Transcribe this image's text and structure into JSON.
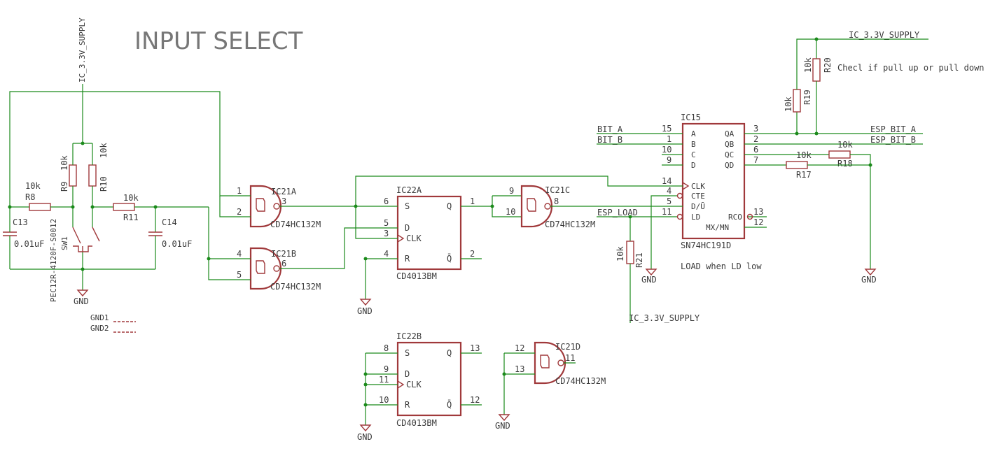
{
  "title": "INPUT SELECT",
  "nets": {
    "supply": "IC_3.3V_SUPPLY",
    "gnd": "GND",
    "bit_a": "BIT_A",
    "bit_b": "BIT_B",
    "esp_bit_a": "ESP_BIT_A",
    "esp_bit_b": "ESP_BIT_B",
    "esp_load": "ESP_LOAD",
    "gnd1": "GND1",
    "gnd2": "GND2"
  },
  "resistors": {
    "r8": {
      "name": "R8",
      "value": "10k"
    },
    "r9": {
      "name": "R9",
      "value": "10k"
    },
    "r10": {
      "name": "R10",
      "value": "10k"
    },
    "r11": {
      "name": "R11",
      "value": "10k"
    },
    "r17": {
      "name": "R17",
      "value": "10k"
    },
    "r18": {
      "name": "R18",
      "value": "10k"
    },
    "r19": {
      "name": "R19",
      "value": "10k"
    },
    "r20": {
      "name": "R20",
      "value": "10k"
    },
    "r21": {
      "name": "R21",
      "value": "10k"
    }
  },
  "capacitors": {
    "c13": {
      "name": "C13",
      "value": "0.01uF"
    },
    "c14": {
      "name": "C14",
      "value": "0.01uF"
    }
  },
  "switch": {
    "name": "SW1",
    "part": "PEC12R-4120F-S0012"
  },
  "ic21": {
    "part": "CD74HC132M",
    "a": "IC21A",
    "b": "IC21B",
    "c": "IC21C",
    "d": "IC21D"
  },
  "ic22": {
    "part": "CD4013BM",
    "a": "IC22A",
    "b": "IC22B"
  },
  "ic15": {
    "name": "IC15",
    "part": "SN74HC191D"
  },
  "pins": {
    "ic21a": [
      "1",
      "2",
      "3"
    ],
    "ic21b": [
      "4",
      "5",
      "6"
    ],
    "ic21c": [
      "9",
      "10",
      "8"
    ],
    "ic21d": [
      "12",
      "13",
      "11"
    ],
    "ic22a": [
      "6",
      "5",
      "3",
      "4",
      "1",
      "2"
    ],
    "ic22b": [
      "8",
      "9",
      "11",
      "10",
      "13",
      "12"
    ],
    "ic15_left": [
      "15",
      "1",
      "10",
      "9",
      "14",
      "4",
      "5",
      "11"
    ],
    "ic15_right": [
      "3",
      "2",
      "6",
      "7",
      "13",
      "12"
    ]
  },
  "ff_labels": {
    "s": "S",
    "d": "D",
    "clk": "CLK",
    "r": "R",
    "q": "Q",
    "qn": "Q̄"
  },
  "ic15_labels": {
    "left": [
      "A",
      "B",
      "C",
      "D",
      "CLK",
      "CTE",
      "D/Ū",
      "LD"
    ],
    "right": [
      "QA",
      "QB",
      "QC",
      "QD",
      "RCO",
      "MX/MN"
    ]
  },
  "notes": {
    "pull": "Checl if pull up or pull down R",
    "load": "LOAD when LD low"
  }
}
